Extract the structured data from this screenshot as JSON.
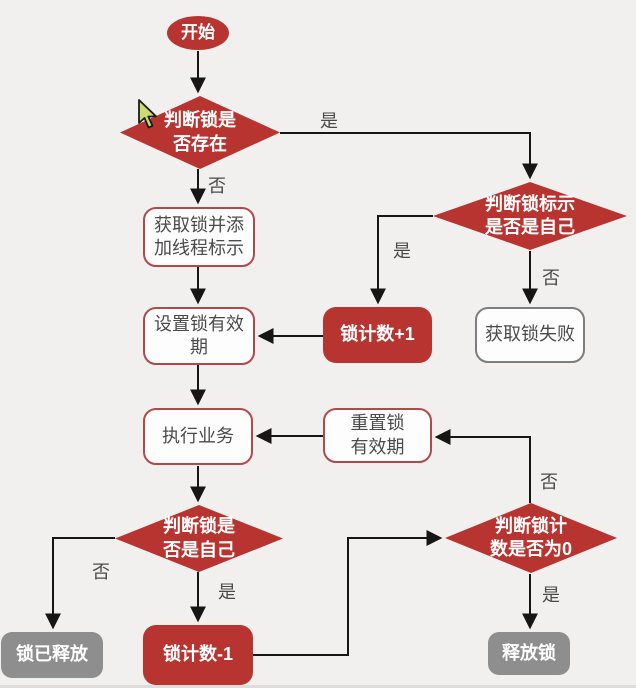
{
  "flowchart": {
    "nodes": {
      "start": {
        "label": "开始",
        "shape": "ellipse"
      },
      "check_exists": {
        "label": "判断锁是\n否存在",
        "shape": "diamond"
      },
      "acquire_lock": {
        "label": "获取锁并添\n加线程标示",
        "shape": "process"
      },
      "set_expiry": {
        "label": "设置锁有效\n期",
        "shape": "process"
      },
      "count_inc": {
        "label": "锁计数+1",
        "shape": "process-red"
      },
      "check_owner_mark": {
        "label": "判断锁标示\n是否是自己",
        "shape": "diamond"
      },
      "acquire_failed": {
        "label": "获取锁失败",
        "shape": "process"
      },
      "exec_business": {
        "label": "执行业务",
        "shape": "process"
      },
      "reset_expiry": {
        "label": "重置锁\n有效期",
        "shape": "process"
      },
      "check_is_self": {
        "label": "判断锁是\n否是自己",
        "shape": "diamond"
      },
      "lock_released": {
        "label": "锁已释放",
        "shape": "terminal-gray"
      },
      "count_dec": {
        "label": "锁计数-1",
        "shape": "process-red"
      },
      "check_count_zero": {
        "label": "判断锁计\n数是否为0",
        "shape": "diamond"
      },
      "release_lock": {
        "label": "释放锁",
        "shape": "terminal-gray"
      }
    },
    "edge_labels": {
      "exists_yes": "是",
      "exists_no": "否",
      "mark_yes": "是",
      "mark_no": "否",
      "self_no": "否",
      "self_yes": "是",
      "zero_no": "否",
      "zero_yes": "是"
    },
    "colors": {
      "node_red": "#b83430",
      "node_gray": "#8e8e8e",
      "border_red": "#b04a4a",
      "border_gray": "#7d7d7d",
      "background": "#f1f0ee",
      "line": "#161616",
      "text_dark": "#4b4b4b",
      "text_white": "#ffffff",
      "label_gray": "#4a4a4a"
    }
  }
}
